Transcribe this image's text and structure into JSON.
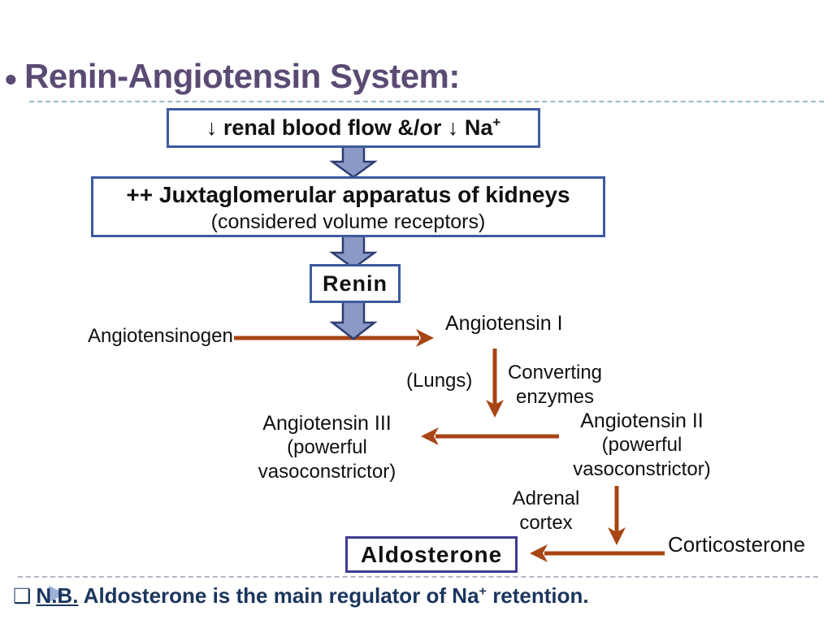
{
  "title": {
    "bullet": "•",
    "text": "Renin-Angiotensin System:"
  },
  "colors": {
    "title_purple": "#5b4a74",
    "box_border_blue": "#3c5a9e",
    "aldosterone_border": "#3d3d8f",
    "block_arrow_fill": "#8b99c6",
    "block_arrow_stroke": "#2e3d72",
    "flow_arrow_brown": "#a84514",
    "footnote_navy": "#1b365d",
    "dashed_line_top": "#96bccb",
    "dashed_line_bottom": "#b3b9c6",
    "text_black": "#111111",
    "triangle_blue": "#9db3d6"
  },
  "flowchart": {
    "box_renal": {
      "text": "↓ renal blood flow &/or ↓ Na",
      "sup": "+"
    },
    "box_jg": {
      "line1": "++ Juxtaglomerular apparatus of kidneys",
      "line2": "(considered volume receptors)"
    },
    "box_renin": "Renin",
    "angiotensinogen": "Angiotensinogen",
    "angiotensin1": "Angiotensin I",
    "lungs": "(Lungs)",
    "converting": {
      "line1": "Converting",
      "line2": "enzymes"
    },
    "angiotensin3": {
      "line1": "Angiotensin III",
      "line2": "(powerful",
      "line3": "vasoconstrictor)"
    },
    "angiotensin2": {
      "line1": "Angiotensin II",
      "line2": "(powerful",
      "line3": "vasoconstrictor)"
    },
    "adrenal": {
      "line1": "Adrenal",
      "line2": "cortex"
    },
    "corticosterone": "Corticosterone",
    "box_aldosterone": "Aldosterone"
  },
  "footnote": {
    "marker": "❑",
    "nb": "N.B.",
    "text_before_sup": " Aldosterone is the main regulator of Na",
    "sup": "+",
    "text_after_sup": " retention."
  },
  "icons": {
    "triangle_bullet": "▶"
  }
}
